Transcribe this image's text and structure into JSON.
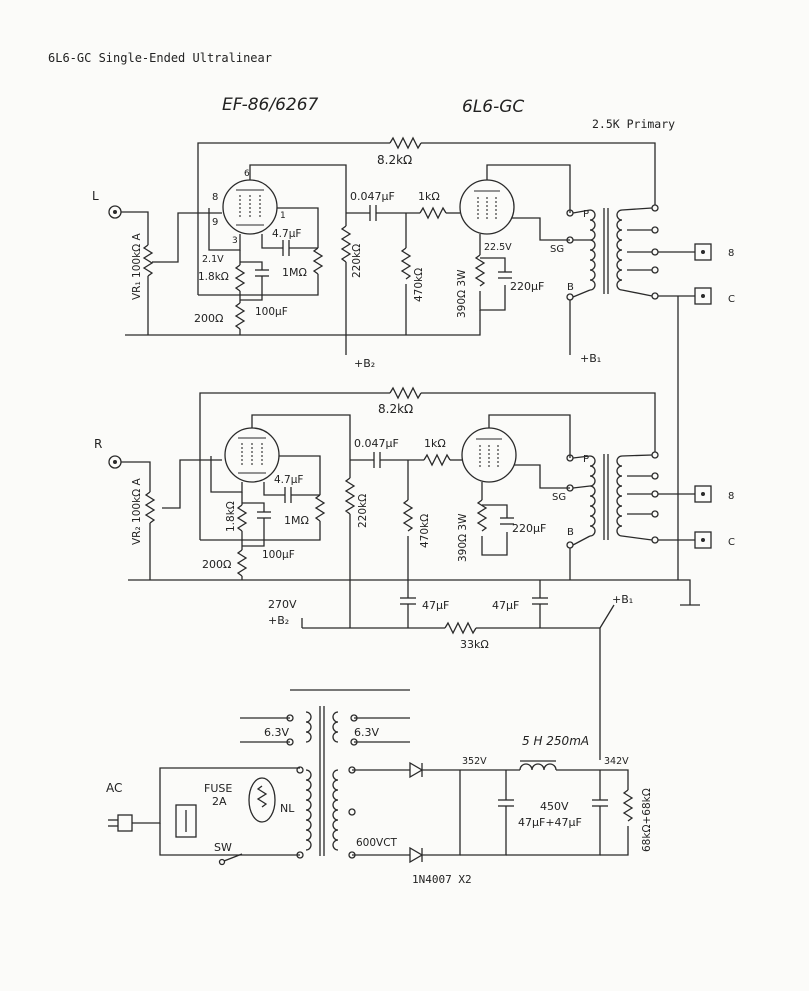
{
  "title": "6L6-GC Single-Ended Ultralinear",
  "tube_labels": {
    "driver": "EF-86/6267",
    "output": "6L6-GC"
  },
  "transformer_label": "2.5K Primary",
  "channels": {
    "left": {
      "input": "L",
      "volume": "VR₁ 100kΩ A",
      "feedback": "8.2kΩ",
      "coupling_cap": "0.047μF",
      "grid_stopper": "1kΩ",
      "screen_cap": "4.7μF",
      "screen_res": "1MΩ",
      "plate_res": "220kΩ",
      "grid_leak": "470kΩ",
      "cathode_res": "1.8kΩ",
      "cathode_res2": "200Ω",
      "cathode_cap": "100μF",
      "v_cathode": "2.1V",
      "pin_8": "8",
      "pin_9": "9",
      "pin_6": "6",
      "pin_3": "3",
      "pin_1": "1",
      "out_cathode_res": "390Ω 3W",
      "out_v": "22.5V",
      "out_cap": "220μF",
      "p": "P",
      "sg": "SG",
      "b": "B",
      "b_plus": "+B₁",
      "b2_plus": "+B₂",
      "spk8": "8",
      "spkc": "C"
    },
    "right": {
      "input": "R",
      "volume": "VR₂ 100kΩ A",
      "feedback": "8.2kΩ",
      "coupling_cap": "0.047μF",
      "grid_stopper": "1kΩ",
      "screen_cap": "4.7μF",
      "screen_res": "1MΩ",
      "plate_res": "220kΩ",
      "grid_leak": "470kΩ",
      "cathode_res": "1.8kΩ",
      "cathode_res2": "200Ω",
      "cathode_cap": "100μF",
      "out_cathode_res": "390Ω 3W",
      "out_cap": "220μF",
      "p": "P",
      "sg": "SG",
      "b": "B",
      "spk8": "8",
      "spkc": "C"
    }
  },
  "supply": {
    "b2_voltage": "270V",
    "b2": "+B₂",
    "b1": "+B₁",
    "cap1": "47μF",
    "cap2": "47μF",
    "dropper": "33kΩ",
    "heater1": "6.3V",
    "heater2": "6.3V",
    "ac": "AC",
    "fuse": "FUSE",
    "fuse_rating": "2A",
    "switch": "SW",
    "neon": "NL",
    "ct": "600VCT",
    "diodes": "1N4007 X2",
    "v_rect": "352V",
    "choke": "5 H 250mA",
    "v_out": "342V",
    "filter": "450V",
    "filter_caps": "47μF+47μF",
    "bleeder": "68kΩ+68kΩ"
  }
}
